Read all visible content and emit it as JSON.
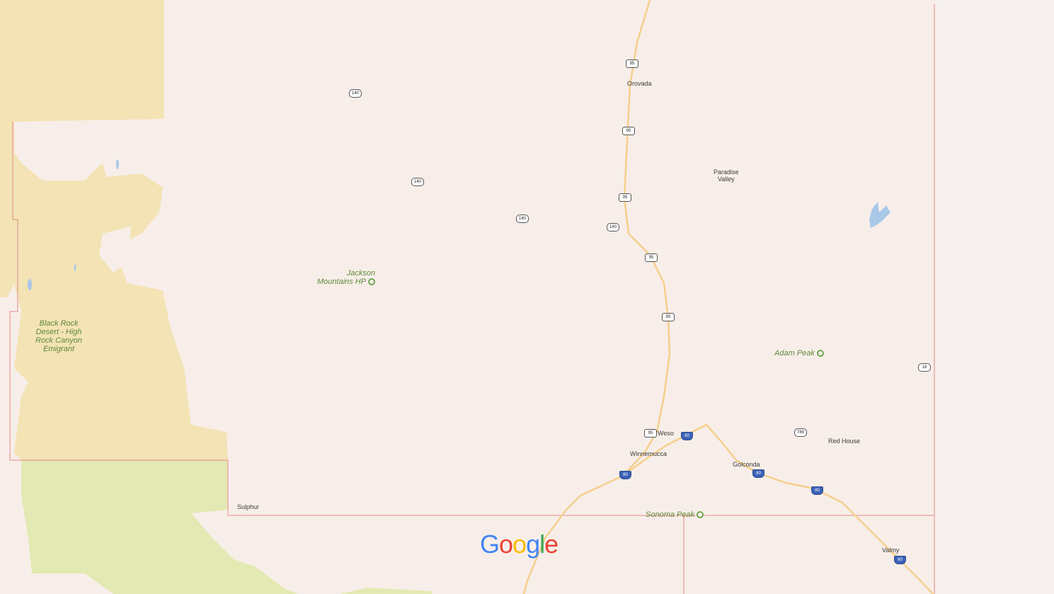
{
  "map": {
    "logo": {
      "letters": [
        {
          "ch": "G",
          "color": "#4285F4"
        },
        {
          "ch": "o",
          "color": "#EA4335"
        },
        {
          "ch": "o",
          "color": "#FBBC05"
        },
        {
          "ch": "g",
          "color": "#4285F4"
        },
        {
          "ch": "l",
          "color": "#34A853"
        },
        {
          "ch": "e",
          "color": "#EA4335"
        }
      ]
    },
    "places": {
      "orovada": "Orovada",
      "paradise_valley_line1": "Paradise",
      "paradise_valley_line2": "Valley",
      "weso": "Weso",
      "winnemucca": "Winnemucca",
      "golconda": "Golconda",
      "red_house": "Red House",
      "valmy": "Valmy",
      "sulphur": "Sulphur"
    },
    "parks": {
      "jackson_line1": "Jackson",
      "jackson_line2": "Mountains HP",
      "black_rock_line1": "Black Rock",
      "black_rock_line2": "Desert - High",
      "black_rock_line3": "Rock Canyon",
      "black_rock_line4": "Emigrant"
    },
    "peaks": {
      "adam": "Adam Peak",
      "sonoma": "Sonoma Peak"
    },
    "shields": {
      "sr140_a": "140",
      "sr140_b": "140",
      "sr140_c": "140",
      "sr140_d": "140",
      "us95_a": "95",
      "us95_b": "95",
      "us95_c": "95",
      "us95_d": "95",
      "us95_e": "95",
      "us95_f": "95",
      "i80_a": "80",
      "i80_b": "80",
      "i80_c": "80",
      "i80_d": "80",
      "i80_e": "80",
      "sr789": "789",
      "sr18": "18"
    },
    "colors": {
      "land": "#f8eee9",
      "public_land": "#f3e3b5",
      "green_land": "#e3e9b2",
      "highway": "#f5cf8c",
      "county_border": "#e38a8a",
      "water": "#a9c8e8",
      "park_text": "#5e8a3a"
    }
  }
}
